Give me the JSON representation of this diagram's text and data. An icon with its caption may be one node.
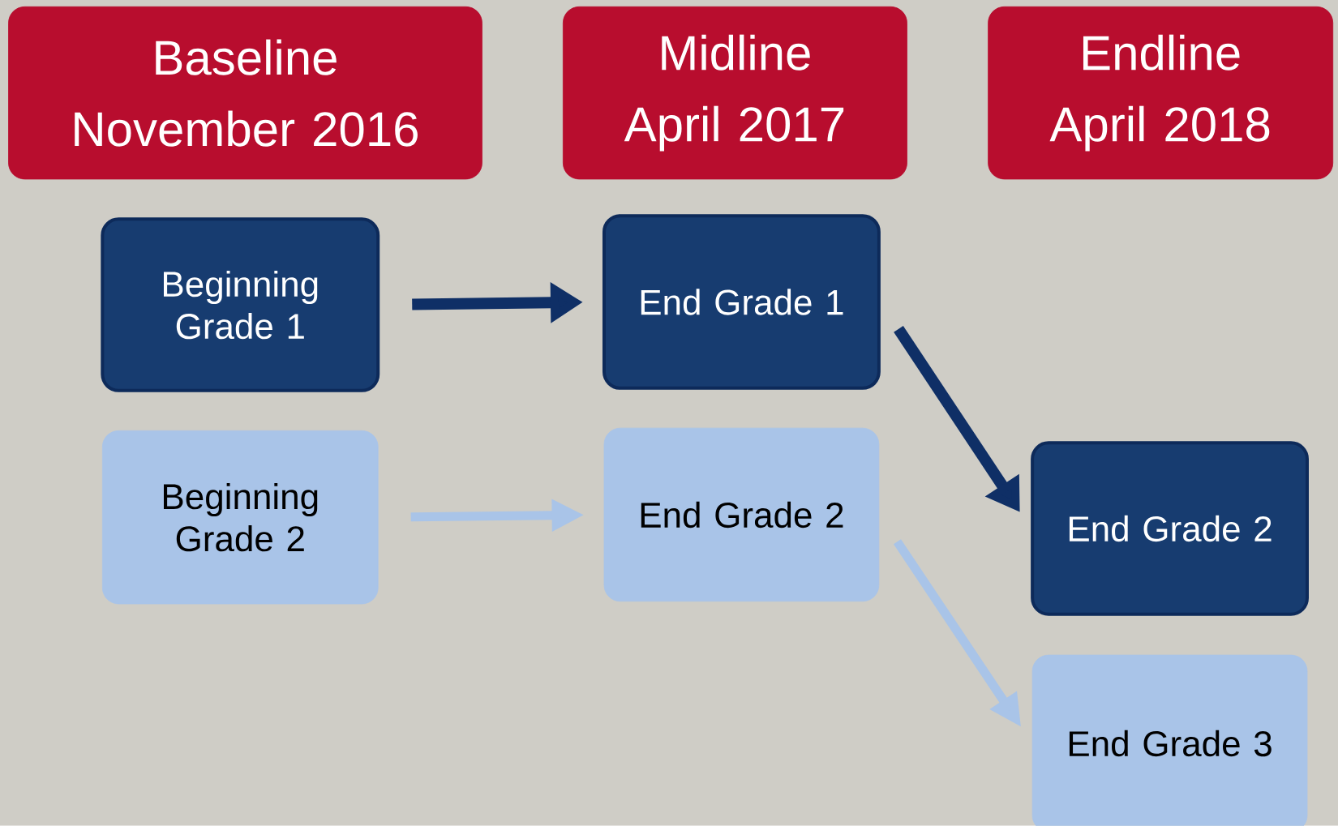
{
  "diagram": {
    "nodes": [
      {
        "text": [
          "Baseline",
          "November 2016"
        ]
      },
      {
        "text": [
          "Midline",
          "April 2017"
        ]
      },
      {
        "text": [
          "Endline",
          "April 2018"
        ]
      },
      {
        "text": [
          "Beginning Grade 1"
        ]
      },
      {
        "text": [
          "End Grade 1"
        ]
      },
      {
        "text": [
          "Beginning Grade 2"
        ]
      },
      {
        "text": [
          "End Grade 2"
        ]
      },
      {
        "text": [
          "End Grade 2"
        ]
      },
      {
        "text": [
          "End Grade 3"
        ]
      }
    ],
    "edges": [
      {
        "from": 3,
        "to": 4,
        "arrow": "to",
        "color": "#0f2f66"
      },
      {
        "from": 4,
        "to": 7,
        "arrow": "to",
        "color": "#0f2f66"
      },
      {
        "from": 5,
        "to": 6,
        "arrow": "to",
        "color": "#a9c4e8"
      },
      {
        "from": 6,
        "to": 8,
        "arrow": "to",
        "color": "#a9c4e8"
      }
    ]
  }
}
